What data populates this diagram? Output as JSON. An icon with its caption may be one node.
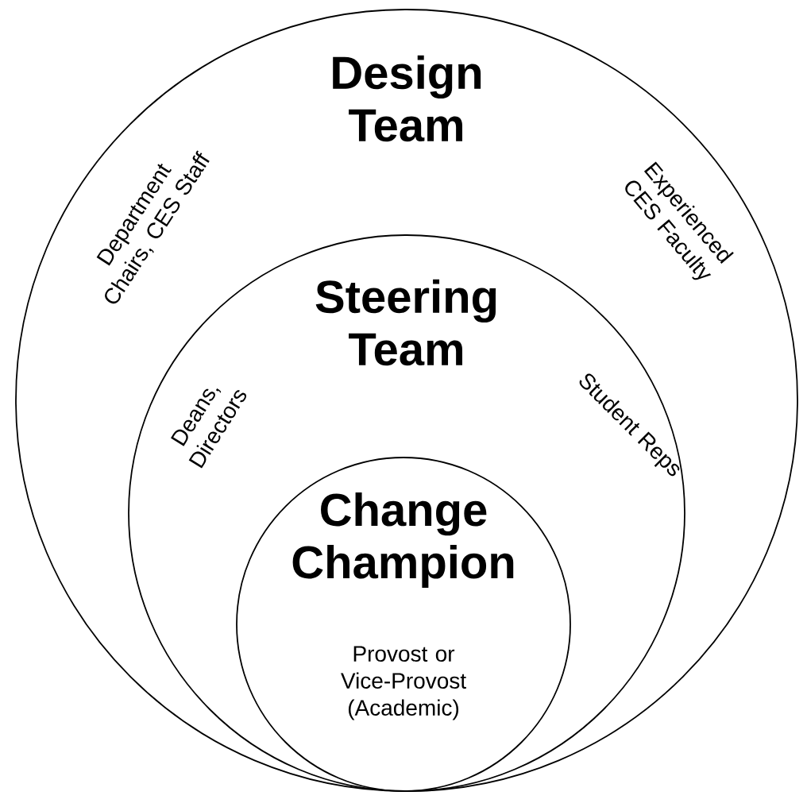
{
  "diagram": {
    "nodes": [
      {
        "text": [
          "Design Team",
          "Department Chairs, CES Staff",
          "Experienced CES Faculty"
        ]
      },
      {
        "text": [
          "Steering Team",
          "Deans, Directors",
          "Student Reps"
        ],
        "in": 0
      },
      {
        "text": [
          "Change Champion",
          "Provost or Vice-Provost (Academic)"
        ],
        "in": 1
      }
    ]
  }
}
